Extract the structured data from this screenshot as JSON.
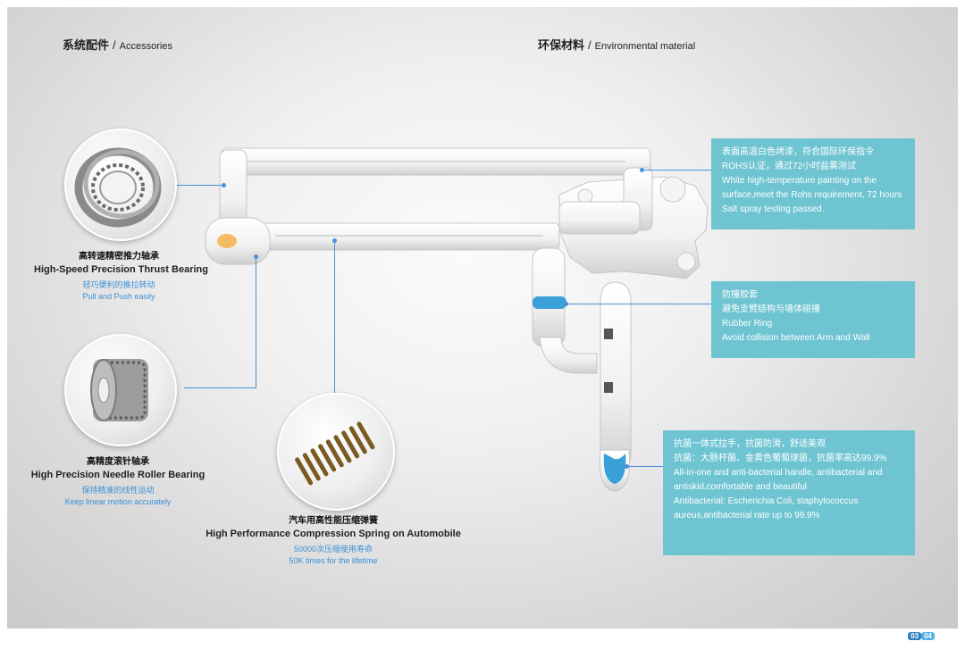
{
  "headings": {
    "accessories": {
      "cn": "系统配件",
      "sep": "/",
      "en": "Accessories"
    },
    "environmental": {
      "cn": "环保材料",
      "sep": "/",
      "en": "Environmental material"
    }
  },
  "features": {
    "thrust_bearing": {
      "cn": "高转速精密推力轴承",
      "en": "High-Speed Precision Thrust Bearing",
      "sub_cn": "轻巧便利的推拉转动",
      "sub_en": "Pull and Push easily"
    },
    "roller_bearing": {
      "cn": "高精度滚针轴承",
      "en": "High Precision Needle Roller Bearing",
      "sub_cn": "保持精准的线性运动",
      "sub_en": "Keep linear motion accurately"
    },
    "spring": {
      "cn": "汽车用高性能压缩弹簧",
      "en": "High Performance Compression Spring on Automobile",
      "sub_cn": "50000次压缩使用寿命",
      "sub_en": "50K times for the lifetime"
    }
  },
  "info_boxes": {
    "painting": [
      "表面高温白色烤漆，符合国际环保指令",
      "ROHS认证，通过72小时盐雾测试",
      "White high-temperature painting on the surface,meet the Rohs requirement, 72 hours Salt spray testing passed."
    ],
    "rubber": [
      "防撞胶套",
      "避免支臂结构与墙体碰撞",
      "Rubber Ring",
      "Avoid collision between Arm and Wall"
    ],
    "handle": [
      "抗菌一体式拉手，抗菌防滑，舒适美观",
      "抗菌：大肠杆菌、金黄色葡萄球菌，抗菌率高达99.9%",
      "All-in-one and anti-bacterial handle, antibacterial and antiskid,comfortable and beautiful",
      "Antibacterial: Escherichia Coli, staphylococcus aureus,antibacterial rate up to 99.9%"
    ]
  },
  "page_numbers": [
    "03",
    "04"
  ],
  "colors": {
    "infobox": "#6fc4d2",
    "accent": "#4a90d9",
    "caption_blue": "#3a8fd6"
  }
}
